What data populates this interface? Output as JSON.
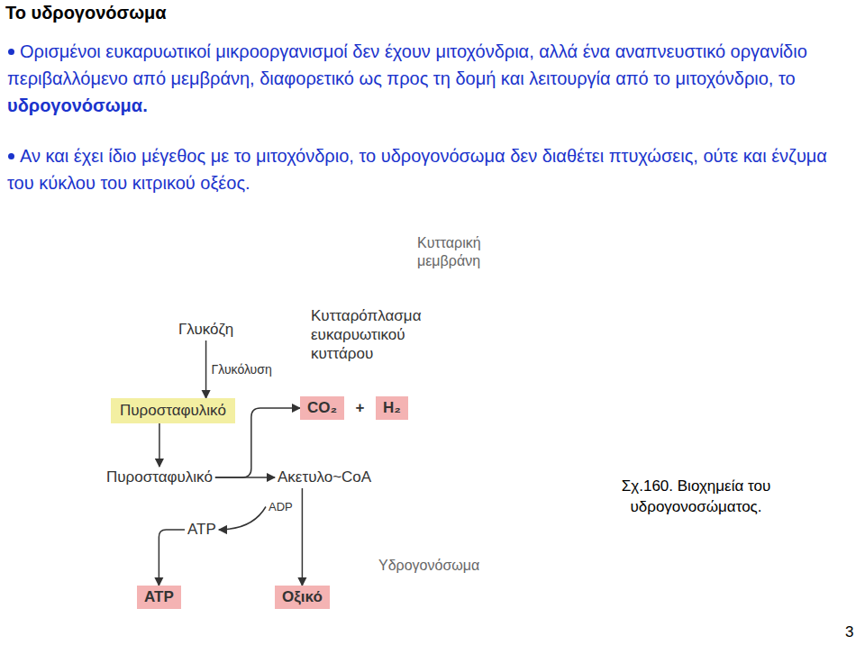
{
  "diagram": {
    "title": "Το υδρογονόσωμα",
    "caption": "Σχ.160. Βιοχημεία του υδρογονοσώματος.",
    "nodes": [
      {
        "text": [
          "Κυτταρική μεμβράνη",
          "Κυτταρόπλασμα ευκαρυωτικού κυττάρου"
        ]
      },
      {
        "text": [
          "Γλυκόζη"
        ],
        "in": 0
      },
      {
        "text": [
          "Πυροσταφυλικό"
        ],
        "in": 0
      },
      {
        "text": [
          "CO₂"
        ],
        "in": 0
      },
      {
        "text": [
          "H₂"
        ],
        "in": 0
      },
      {
        "text": [
          "Υδρογονόσωμα"
        ],
        "in": 0
      },
      {
        "text": [
          "Πυροσταφυλικό"
        ],
        "in": 5
      },
      {
        "text": [
          "Ακετυλο~CoA"
        ],
        "in": 5
      },
      {
        "text": [
          "ADP"
        ],
        "in": 5
      },
      {
        "text": [
          "ATP"
        ],
        "in": 5
      },
      {
        "text": [
          "ATP"
        ],
        "in": 0
      },
      {
        "text": [
          "Οξικό"
        ],
        "in": 0
      }
    ],
    "edges": [
      {
        "from": 1,
        "to": 2,
        "label": "Γλυκόλυση",
        "arrow": "to"
      },
      {
        "from": 2,
        "to": 6,
        "arrow": "to"
      },
      {
        "from": 6,
        "to": 7,
        "arrow": "to"
      },
      {
        "from": 6,
        "to": 3,
        "arrow": "to"
      },
      {
        "from": 7,
        "to": 11,
        "arrow": "to"
      },
      {
        "from": 8,
        "to": 9,
        "arrow": "to"
      },
      {
        "from": 9,
        "to": 10,
        "arrow": "to"
      }
    ],
    "labels": [
      "Ορισμένοι ευκαρυωτικοί μικροοργανισμοί δεν έχουν μιτοχόνδρια, αλλά ένα αναπνευστικό οργανίδιο περιβαλλόμενο από μεμβράνη, διαφορετικό ως προς τη δομή και λειτουργία από το μιτοχόνδριο, το υδρογονόσωμα.",
      "Αν και έχει ίδιο μέγεθος με το μιτοχόνδριο, το υδρογονόσωμα δεν διαθέτει πτυχώσεις, ούτε και ένζυμα του κύκλου του κιτρικού οξέος.",
      "+",
      "3"
    ]
  }
}
